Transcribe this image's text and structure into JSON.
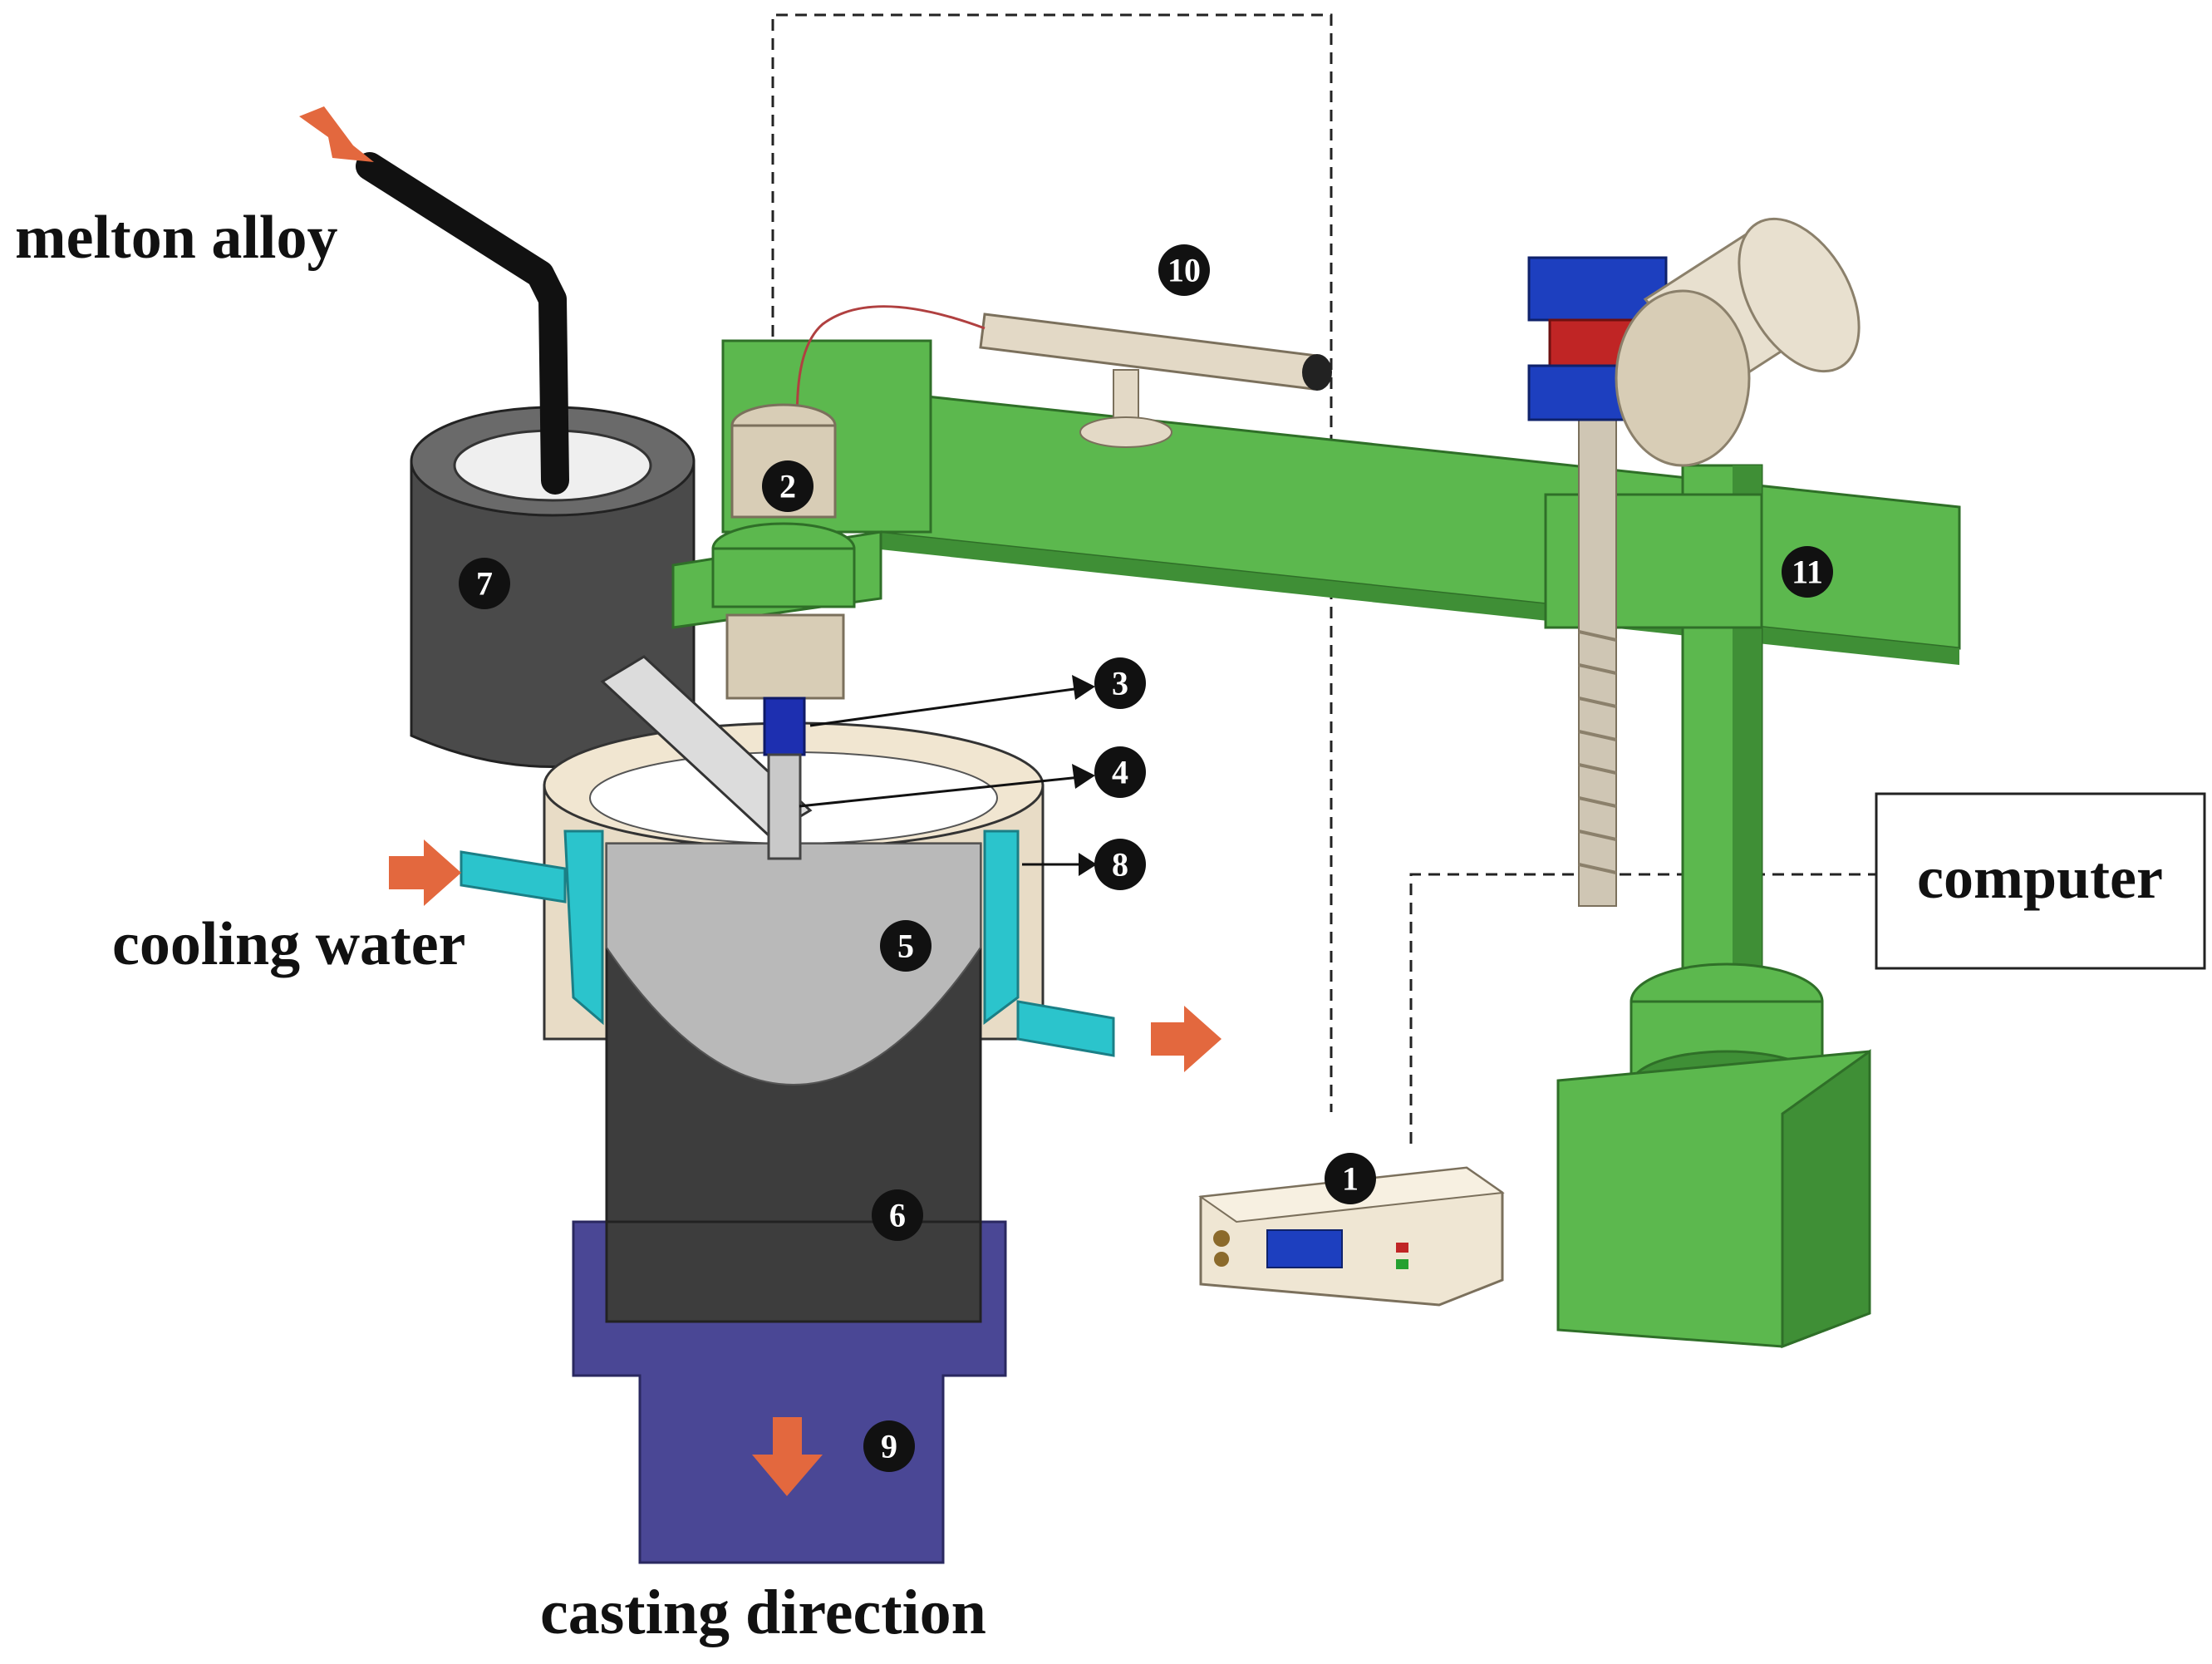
{
  "labels": {
    "melton_alloy": "melton alloy",
    "cooling_water": "cooling water",
    "casting_direction": "casting direction",
    "computer": "computer"
  },
  "markers": {
    "m1": "1",
    "m2": "2",
    "m3": "3",
    "m4": "4",
    "m5": "5",
    "m6": "6",
    "m7": "7",
    "m8": "8",
    "m9": "9",
    "m10": "10",
    "m11": "11"
  },
  "colors": {
    "frame_green": "#5cb84e",
    "frame_green_dark": "#3f8f36",
    "crucible_dark": "#4a4a4a",
    "mould_beige": "#e8dcc6",
    "water_cyan": "#2bc4cc",
    "melt_gray": "#b9b9b9",
    "billet_dark": "#3d3d3d",
    "base_purple": "#4a4795",
    "arrow_orange": "#e3683e",
    "probe_blue": "#1d2fb0",
    "clamp_blue": "#1d3fbf",
    "clamp_red": "#c02525"
  },
  "icons": {
    "flow_arrow": "arrow-right-icon",
    "down_arrow": "arrow-down-icon"
  }
}
